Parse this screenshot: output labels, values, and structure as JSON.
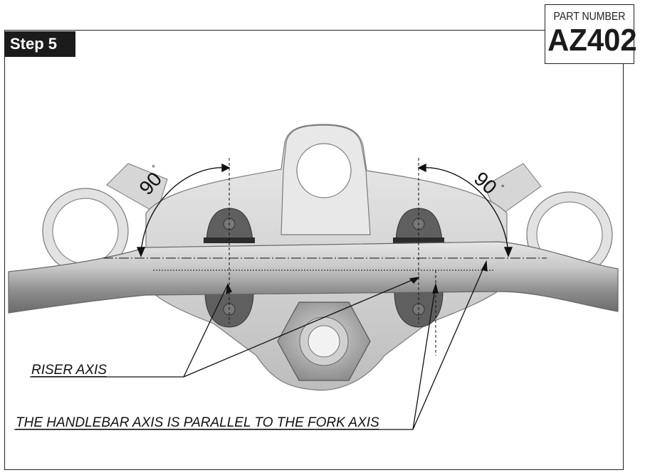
{
  "step": {
    "label": "Step 5"
  },
  "part": {
    "title": "PART NUMBER",
    "number": "AZ402"
  },
  "angles": {
    "left": "90",
    "right": "90",
    "unit": "°"
  },
  "callouts": {
    "riser_axis": "RISER AXIS",
    "handlebar_axis": "THE HANDLEBAR AXIS  IS PARALLEL TO THE FORK AXIS"
  },
  "colors": {
    "ink": "#1b1b1b",
    "metal_light": "#d9d9d9",
    "metal_mid": "#b5b5b5",
    "clamp_dark": "#5c5c5c"
  }
}
